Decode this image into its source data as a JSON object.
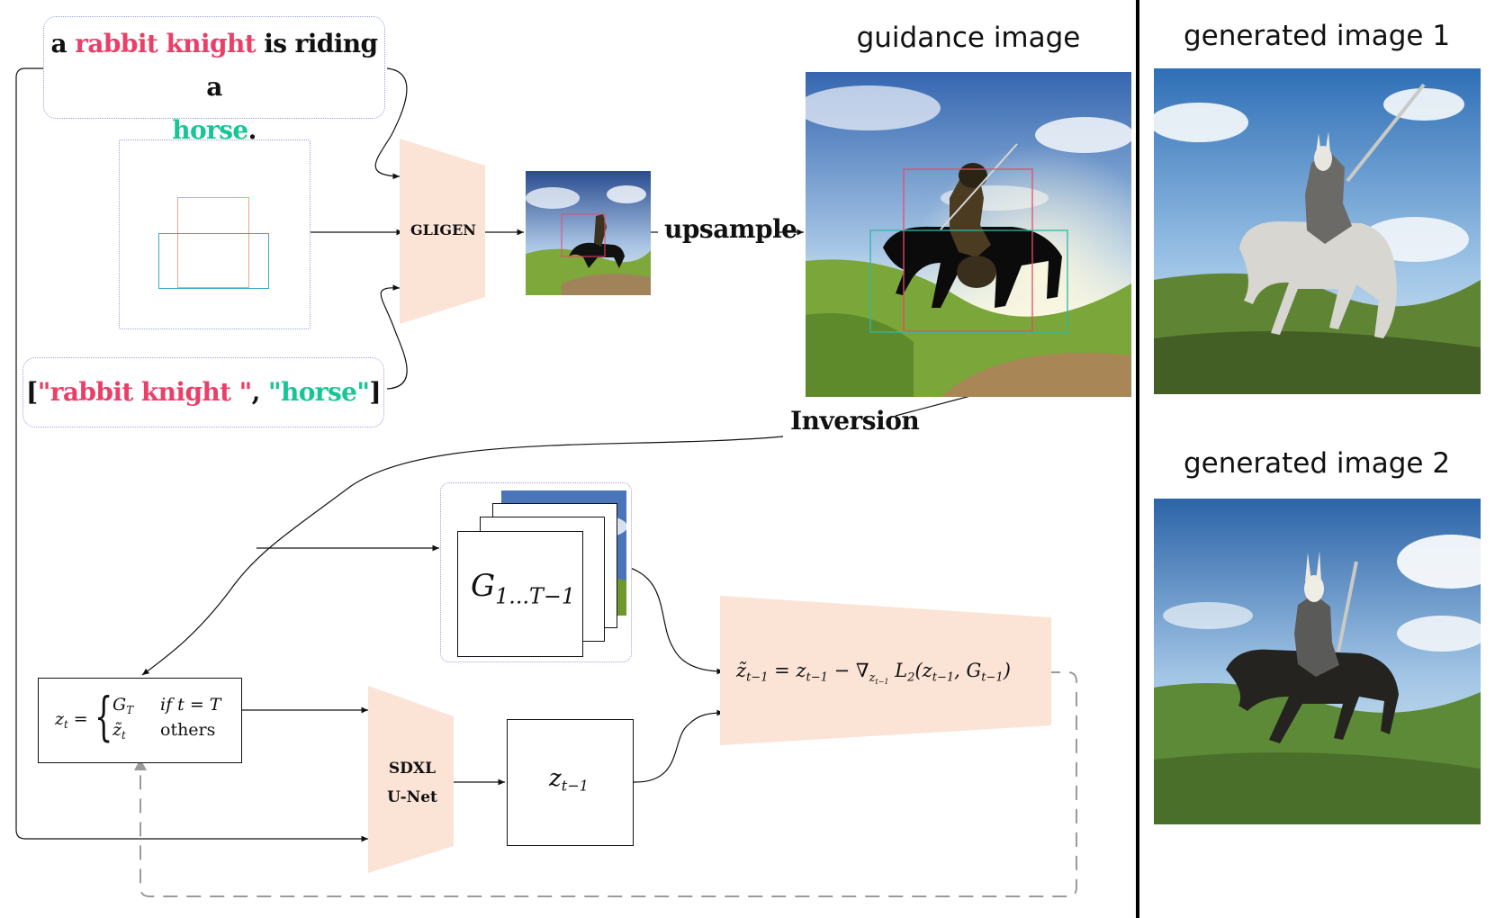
{
  "prompt": {
    "part1": "a ",
    "subject": "rabbit knight",
    "part2": " is riding a",
    "object": "horse",
    "end": "."
  },
  "phrases": {
    "open": "[",
    "q1": "\"",
    "subject": "rabbit knight",
    "q2": " \"",
    "comma": ",  ",
    "object": "\"horse\"",
    "close": "]"
  },
  "labels": {
    "gligen": "GLIGEN",
    "upsample": "upsample",
    "inversion": "Inversion",
    "sdxl_line1": "SDXL",
    "sdxl_line2": "U-Net"
  },
  "titles": {
    "guidance": "guidance image",
    "generated1": "generated image 1",
    "generated2": "generated image 2"
  },
  "math": {
    "g_stack": "G",
    "g_stack_sub": "1...T−1",
    "z_prev": "z",
    "z_prev_sub": "t−1",
    "zt_lhs": "z",
    "zt_lhs_sub": "t",
    "zt_eq": " = ",
    "case1_val": "G",
    "case1_val_sub": "T",
    "case1_cond": "if t = T",
    "case2_val": "z̃",
    "case2_val_sub": "t",
    "case2_cond": "others",
    "update": "z̃_{t−1} = z_{t−1} − ∇_{z_{t−1}} L_2(z_{t−1}, G_{t−1})"
  },
  "colors": {
    "subject": "#ea3f69",
    "object": "#17c596",
    "peach": "#fbe3d6",
    "dotted_border": "#9aa0e0",
    "box_subject": "#f2a38a",
    "box_object": "#3aa6cc"
  },
  "icons": {
    "layout_boxes": "bounding-box-layout",
    "guidance_thumbnail": "rabbit-knight-riding-horse",
    "generated": "rabbit-knight-riding-horse"
  }
}
